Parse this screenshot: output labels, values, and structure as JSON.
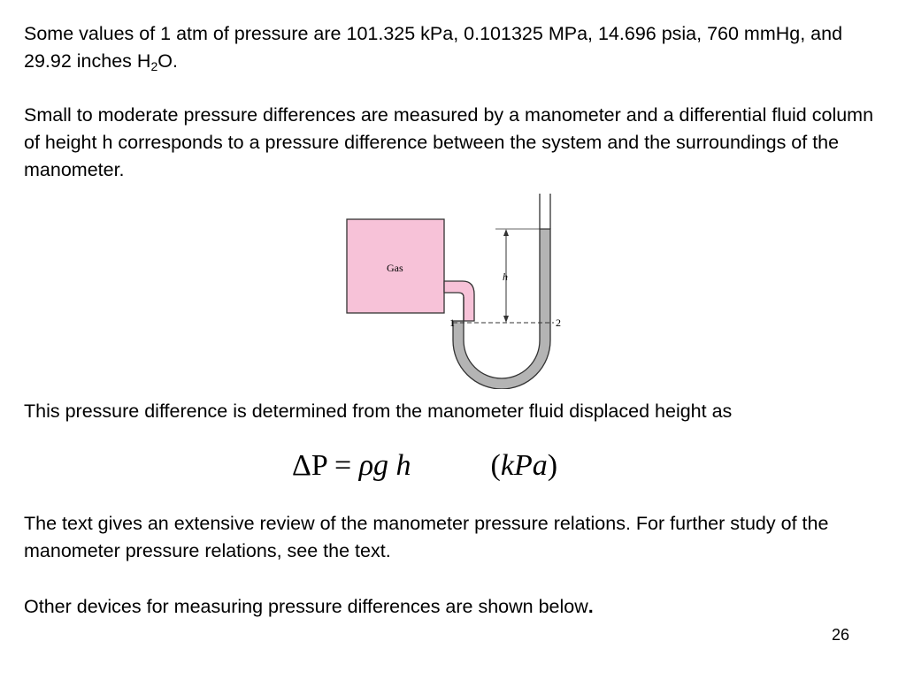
{
  "slide": {
    "para1": {
      "text": "Some values of 1 atm of pressure are 101.325 kPa, 0.101325 MPa, 14.696 psia, 760 mmHg, and 29.92 inches H",
      "subscript": "2",
      "tail": "O."
    },
    "para2": "Small to moderate pressure differences are measured by a manometer  and a differential fluid column of height h corresponds to a pressure difference between the system and the surroundings of the manometer.",
    "figure": {
      "gas_label": "Gas",
      "height_label": "h",
      "point1_label": "1",
      "point2_label": "2",
      "colors": {
        "gas_fill": "#f7c2d8",
        "fluid_fill": "#b4b4b4",
        "outline": "#333333"
      }
    },
    "para3": "This pressure difference is determined from the manometer fluid displaced height as",
    "equation": {
      "lhs": "ΔP",
      "equals": "=",
      "rho": "ρ",
      "g": "g",
      "h": "h",
      "unit_open": "(",
      "unit": "kPa",
      "unit_close": ")"
    },
    "para4": "The text gives an extensive review of the manometer pressure relations.  For further study of the manometer pressure relations, see the text.",
    "para5": {
      "text": "Other devices for measuring pressure differences are shown below",
      "bold_tail": "."
    },
    "page_number": "26"
  }
}
